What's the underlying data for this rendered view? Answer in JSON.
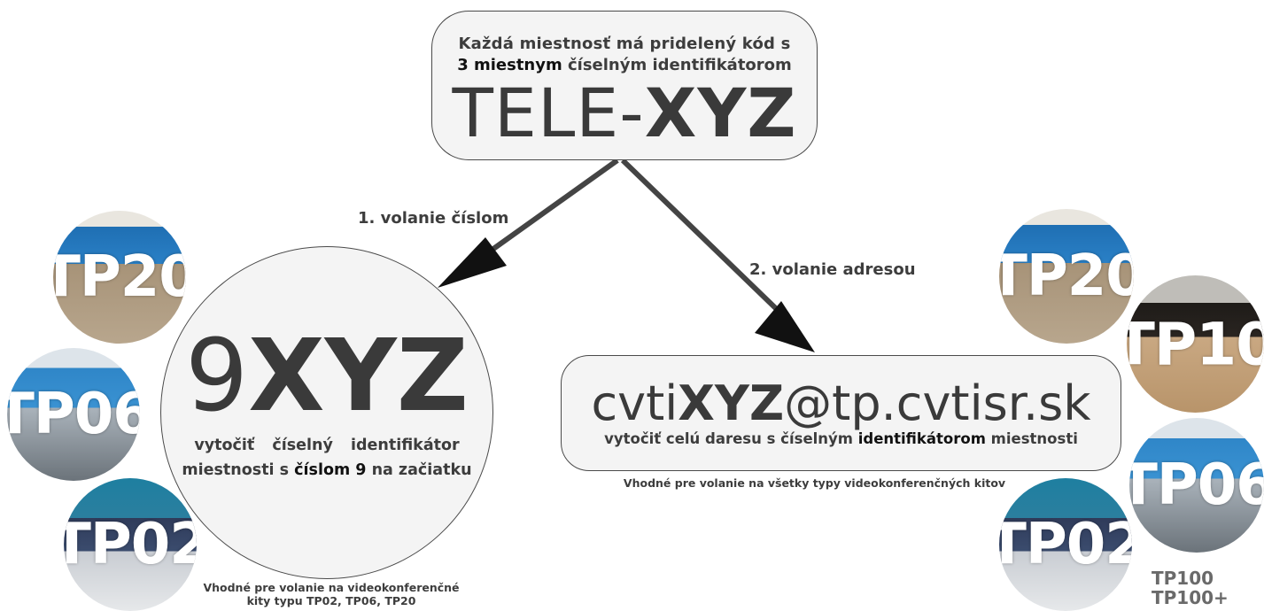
{
  "top_box": {
    "line1": "Každá  miestnosť  má pridelený kód  s",
    "line2_bold": "3 miestnym",
    "line2_rest": " číselným identifikátorom",
    "code_prefix": "TELE-",
    "code_suffix": "XYZ"
  },
  "arrows": {
    "left_label": "1. volanie číslom",
    "right_label": "2. volanie adresou"
  },
  "circle_number": {
    "prefix": "9",
    "suffix": "XYZ",
    "line1": "vytočiť číselný identifikátor",
    "line2_pre": "miestnosti s ",
    "line2_bold": "číslom 9",
    "line2_post": " na začiatku"
  },
  "address_box": {
    "pre": "cvti",
    "bold": "XYZ",
    "post": "@tp.cvtisr.sk",
    "line_pre": "vytočiť celú daresu s číselným ",
    "line_bold": "identifikátorom",
    "line_post": " miestnosti"
  },
  "notes": {
    "left_line1": "Vhodné pre volanie na videokonferenčné",
    "left_line2": "kity typu TP02, TP06, TP20",
    "right": "Vhodné pre volanie na všetky typy videokonferenčných kitov"
  },
  "badges_left": [
    "TP20",
    "TP06",
    "TP02"
  ],
  "badges_right": [
    "TP20",
    "TP10",
    "TP06",
    "TP02"
  ],
  "extra_models": [
    "TP100",
    "TP100+"
  ],
  "colors": {
    "text": "#3d3d3d",
    "box_fill": "#f4f4f4",
    "arrow": "#444444",
    "room_blue": "#1f6fb3"
  }
}
